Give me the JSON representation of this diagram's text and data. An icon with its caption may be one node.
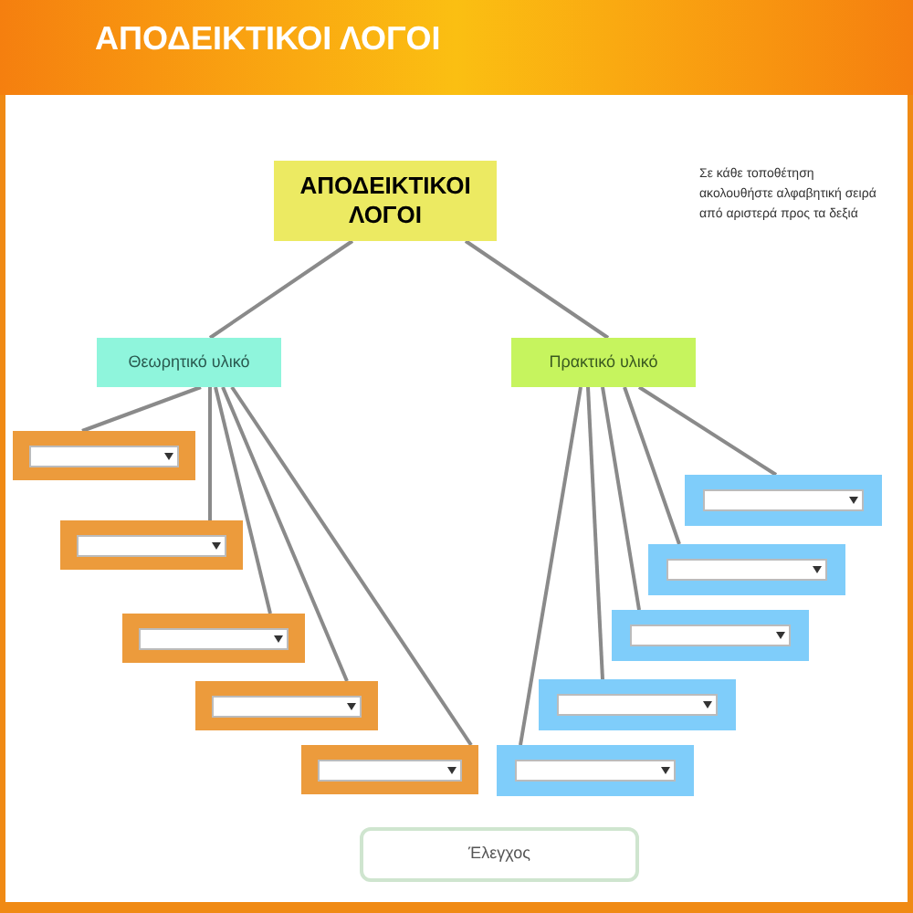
{
  "diagram": {
    "title": "ΑΠΟΔΕΙΚΤΙΚΟΙ ΛΟΓΟΙ",
    "nodes": [
      {
        "text": [
          "ΑΠΟΔΕΙΚΤΙΚΟΙ ΛΟΓΟΙ"
        ]
      },
      {
        "text": [
          "Θεωρητικό υλικό"
        ]
      },
      {
        "text": [
          "Πρακτικό υλικό"
        ]
      },
      {
        "text": [],
        "shape": "box"
      },
      {
        "text": [],
        "shape": "box"
      },
      {
        "text": [],
        "shape": "box"
      },
      {
        "text": [],
        "shape": "box"
      },
      {
        "text": [],
        "shape": "box"
      },
      {
        "text": [],
        "shape": "box"
      },
      {
        "text": [],
        "shape": "box"
      },
      {
        "text": [],
        "shape": "box"
      },
      {
        "text": [],
        "shape": "box"
      },
      {
        "text": [],
        "shape": "box"
      },
      {
        "text": [
          "Έλεγχος"
        ]
      }
    ],
    "edges": [
      {
        "from": 0,
        "to": 1,
        "arrow": "none"
      },
      {
        "from": 0,
        "to": 2,
        "arrow": "none"
      },
      {
        "from": 1,
        "to": 3,
        "arrow": "none"
      },
      {
        "from": 1,
        "to": 4,
        "arrow": "none"
      },
      {
        "from": 1,
        "to": 5,
        "arrow": "none"
      },
      {
        "from": 1,
        "to": 6,
        "arrow": "none"
      },
      {
        "from": 1,
        "to": 7,
        "arrow": "none"
      },
      {
        "from": 2,
        "to": 8,
        "arrow": "none"
      },
      {
        "from": 2,
        "to": 9,
        "arrow": "none"
      },
      {
        "from": 2,
        "to": 10,
        "arrow": "none"
      },
      {
        "from": 2,
        "to": 11,
        "arrow": "none"
      },
      {
        "from": 2,
        "to": 12,
        "arrow": "none"
      }
    ],
    "labels": [
      "Σε κάθε τοποθέτηση ακολουθήστε αλφαβητική σειρά από αριστερά προς τα δεξιά"
    ]
  }
}
